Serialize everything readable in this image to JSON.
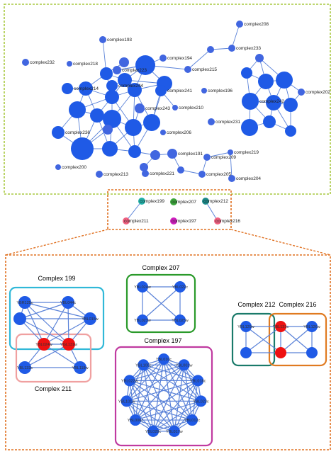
{
  "colors": {
    "node": "#1f5ae6",
    "node_small": "#4166e0",
    "edge": "#5a82d8",
    "red": "#ee1111",
    "teal": "#20b0a8",
    "green": "#3aa53a",
    "pink": "#f06080",
    "magenta": "#d020c0",
    "dark_teal": "#1a8a8a",
    "outer_border": "#a8c840",
    "inset_border": "#e07020",
    "box_199": "#30b8d8",
    "box_207": "#2a9a2a",
    "box_197": "#c03aa0",
    "box_211": "#f0a0a0",
    "box_212": "#1a7a6a",
    "box_216": "#e07a20"
  },
  "network_labels": [
    "complex208",
    "complex193",
    "complex233",
    "complex232",
    "complex218",
    "complex194",
    "complex215",
    "complex196",
    "complex202",
    "complex214",
    "complex210",
    "complex231",
    "complex236",
    "complex206",
    "complex219",
    "complex209",
    "complex200",
    "complex213",
    "complex191",
    "complex205",
    "complex204",
    "complex221",
    "complex244",
    "complex242",
    "complex223",
    "complex241",
    "complex243"
  ],
  "small_network": {
    "labels": [
      "complex199",
      "complex207",
      "complex212",
      "complex211",
      "complex197",
      "complex216"
    ]
  },
  "boxes": {
    "c199": {
      "title": "Complex 199",
      "nodes": [
        "YBR125c",
        "YBL044c",
        "YBL015w"
      ]
    },
    "c207": {
      "title": "Complex 207",
      "nodes": [
        "YBL024w",
        "YBL022c",
        "YBL023w",
        "YBL025w"
      ]
    },
    "c211": {
      "title": "Complex 211",
      "nodes": [
        "YBL024w",
        "YGL131w",
        "YBL133c",
        "YBL118w"
      ]
    },
    "c197": {
      "title": "Complex 197",
      "nodes": [
        "YBL010c",
        "YBL001w",
        "YBL018c",
        "YBL023c",
        "YBL012c",
        "YBL017w",
        "YBL029c",
        "YBL006c",
        "YBL101w",
        "YBL022w",
        "YBL100c"
      ]
    },
    "c212": {
      "title": "Complex 212",
      "nodes": [
        "YBL129w",
        "YBL131c"
      ]
    },
    "c216": {
      "title": "Complex 216",
      "nodes": [
        "YBL131c",
        "YBL126w"
      ]
    }
  }
}
